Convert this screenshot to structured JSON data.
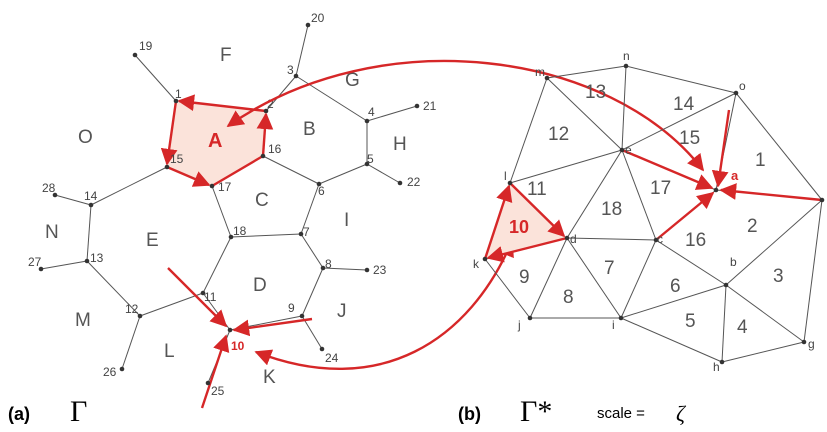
{
  "graph_a": {
    "vertex_labels": [
      "1",
      "2",
      "3",
      "4",
      "5",
      "6",
      "7",
      "8",
      "9",
      "10",
      "11",
      "12",
      "13",
      "14",
      "15",
      "16",
      "17",
      "18",
      "19",
      "20",
      "21",
      "22",
      "23",
      "24",
      "25",
      "26",
      "27",
      "28"
    ],
    "face_labels": [
      "F",
      "G",
      "B",
      "H",
      "O",
      "I",
      "C",
      "N",
      "E",
      "D",
      "J",
      "M",
      "L",
      "K"
    ],
    "highlight_face": "A",
    "highlight_vertex": "10"
  },
  "graph_b": {
    "vertex_labels": [
      "m",
      "n",
      "o",
      "l",
      "e",
      "a",
      "k",
      "d",
      "c",
      "b",
      "j",
      "i",
      "g",
      "h"
    ],
    "face_labels": [
      "13",
      "14",
      "12",
      "15",
      "1",
      "11",
      "17",
      "18",
      "16",
      "2",
      "9",
      "7",
      "6",
      "3",
      "8",
      "5",
      "4"
    ],
    "highlight_face": "10",
    "highlight_vertex": "a"
  },
  "captions": {
    "a_label": "(a)",
    "a_symbol": "Γ",
    "b_label": "(b)",
    "b_symbol": "Γ*",
    "scale_text": "scale =",
    "scale_symbol": "ζ"
  },
  "colors": {
    "edge": "#555555",
    "highlight": "#d62728",
    "highlight_fill": "#fbe3da",
    "vertex": "#333333"
  }
}
